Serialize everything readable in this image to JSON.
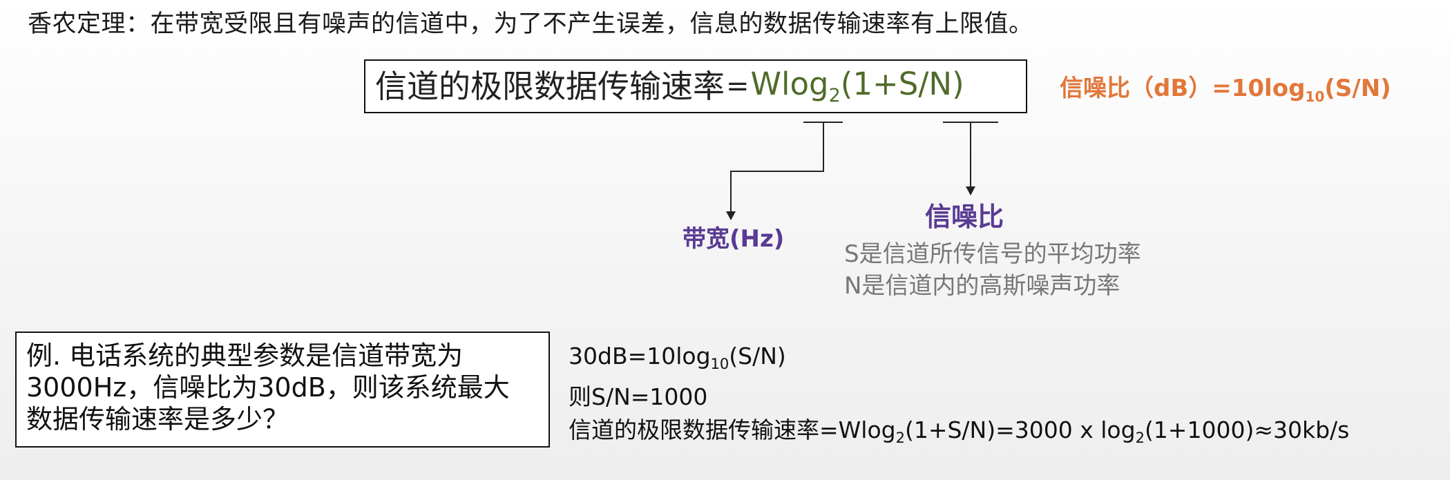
{
  "statement": "香农定理：在带宽受限且有噪声的信道中，为了不产生误差，信息的数据传输速率有上限值。",
  "formula": {
    "lhs": "信道的极限数据传输速率",
    "eq": "=",
    "rhs_main": "Wlog",
    "rhs_sub": "2",
    "rhs_tail": "(1+S/N)"
  },
  "db_label": {
    "main": "信噪比（dB）=10log",
    "sub": "10",
    "tail": "(S/N)"
  },
  "bandwidth_label": "带宽(Hz)",
  "snr": {
    "title": "信噪比",
    "lines": [
      "S是信道所传信号的平均功率",
      "N是信道内的高斯噪声功率"
    ]
  },
  "example": {
    "lines": [
      "例. 电话系统的典型参数是信道带宽为",
      "3000Hz，信噪比为30dB，则该系统最大",
      "数据传输速率是多少？"
    ]
  },
  "solution": {
    "line1_a": "30dB=10log",
    "line1_sub": "10",
    "line1_b": "(S/N)",
    "line2": "则S/N=1000",
    "line3_a": "信道的极限数据传输速率=Wlog",
    "line3_sub1": "2",
    "line3_b": "(1+S/N)=3000 x log",
    "line3_sub2": "2",
    "line3_c": "(1+1000)≈30kb/s"
  },
  "colors": {
    "formula_rhs": "#4f6b2a",
    "db_label": "#e2773a",
    "purple_labels": "#5a3a93",
    "desc_gray": "#777777"
  }
}
